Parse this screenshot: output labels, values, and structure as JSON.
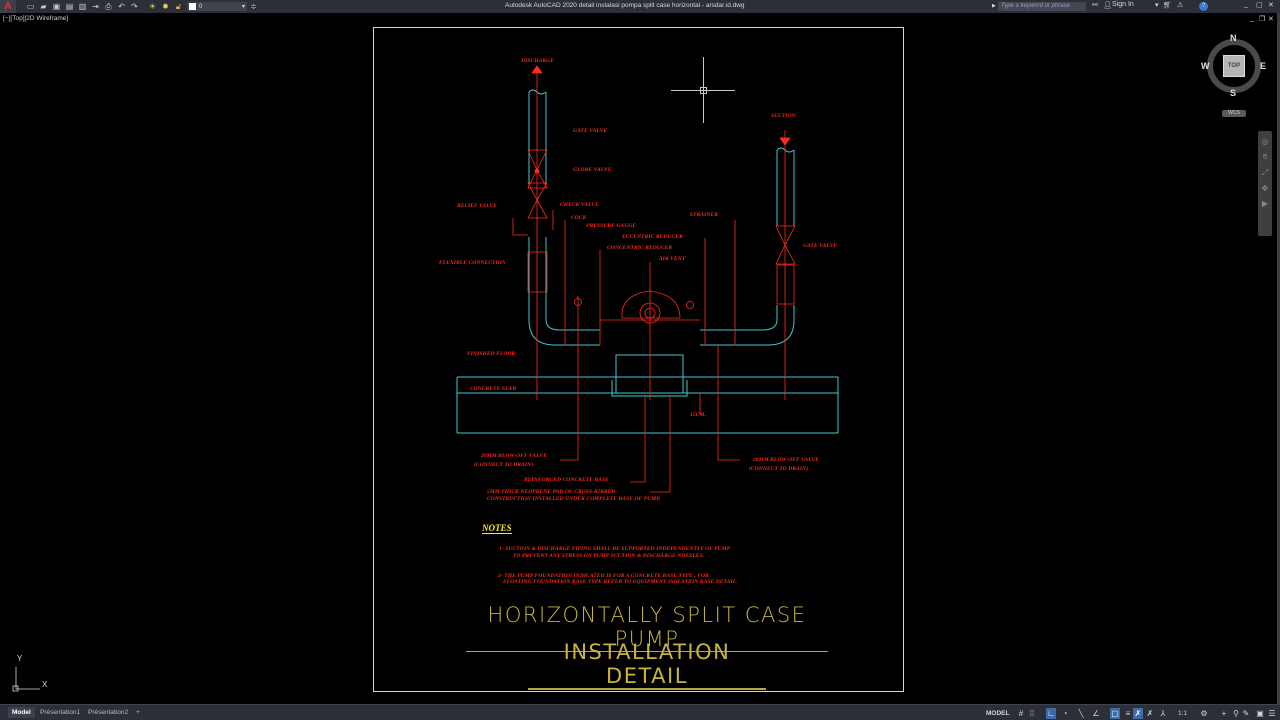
{
  "app": {
    "title": "Autodesk AutoCAD 2020    detail instalasi pompa split case horizontal - arsdar.id.dwg",
    "app_button": "A",
    "layer_name": "0",
    "search_placeholder": "Type a keyword or phrase",
    "sign_in": "Sign In",
    "help": "?"
  },
  "quick_access": [
    {
      "icon": "new-icon",
      "glyph": "▭"
    },
    {
      "icon": "open-icon",
      "glyph": "▰"
    },
    {
      "icon": "save-icon",
      "glyph": "▣"
    },
    {
      "icon": "save-as-icon",
      "glyph": "▤"
    },
    {
      "icon": "open-web-icon",
      "glyph": "▥"
    },
    {
      "icon": "share-icon",
      "glyph": "⇥"
    },
    {
      "icon": "print-icon",
      "glyph": "⎙"
    },
    {
      "icon": "undo-icon",
      "glyph": "↶"
    },
    {
      "icon": "redo-icon",
      "glyph": "↷"
    }
  ],
  "viewport": {
    "label": "[−][Top][2D Wireframe]"
  },
  "viewcube": {
    "face": "TOP",
    "north": "N",
    "south": "S",
    "east": "E",
    "west": "W",
    "wcs": "WCS"
  },
  "drawing": {
    "labels": {
      "discharge": "DISCHARGE",
      "suction": "SUCTION",
      "gate_valve_top": "GATE VALVE",
      "globe_valve": "GLOBE VALVE",
      "check_valve": "CHECK VALVE",
      "relief_valve": "RELIEF VALVE",
      "cock": "COCK",
      "pressure_gauge": "PRESSURE GAUGE",
      "eccentric_reducer": "ECCENTRIC REDUCER",
      "concentric_reducer": "CONCENTRIC REDUCER",
      "air_vent": "AIR VENT",
      "strainer": "STRAINER",
      "gate_valve_suction": "GATE VALVE",
      "flexible_connection": "FLEXIBLE CONNECTION",
      "finished_floor": "FINISHED FLOOR",
      "concrete_slab": "CONCRETE SLAB",
      "dim_15cm": "15CM.",
      "blowoff_left_1": "20MM BLOW-OFF VALVE",
      "blowoff_left_2": "(CONNECT TO DRAIN)",
      "blowoff_right_1": "20MM BLOW-OFF VALVE",
      "blowoff_right_2": "(CONNECT TO DRAIN)",
      "reinforced_base": "REINFORCED CONCRETE BASE",
      "neoprene_1": "5MM THICK NEOPRENE PAD OF CROSS-RIBBED",
      "neoprene_2": "CONSTRUCTION INSTALLED UNDER COMPLETE BASE OF PUMP."
    },
    "notes_heading": "NOTES",
    "notes": [
      "1- SUCTION & DISCHARGE PIPING SHALL BE SUPPORTED INDEPENDENTLY OF PUMP",
      "TO PREVENT ANY STRESS ON PUMP SUCTION & DISCHARGE NOZZLES.",
      "2- THE PUMP FOUNDATION INDICATED IS FOR A CONCRETE BASE TYPE , FOR",
      "FLOATING FOUNDATION BASE TYPE REFER TO EQUIPMENT ISOLATION BASE DETAIL."
    ],
    "title_line1": "HORIZONTALLY SPLIT CASE PUMP",
    "title_line2": "INSTALLATION DETAIL",
    "colors": {
      "annotation": "#ff2a1a",
      "pipe": "#3fc8d0",
      "title": "#c8b43c",
      "notes_heading": "#ffee22"
    }
  },
  "ucs": {
    "x": "X",
    "y": "Y"
  },
  "layout_tabs": [
    {
      "label": "Model",
      "active": true
    },
    {
      "label": "Présentation1",
      "active": false
    },
    {
      "label": "Présentation2",
      "active": false
    },
    {
      "label": "+",
      "active": false
    }
  ],
  "status": {
    "model": "MODEL",
    "scale": "1:1",
    "buttons": [
      {
        "icon": "grid-icon",
        "glyph": "#",
        "on": false
      },
      {
        "icon": "snap-icon",
        "glyph": "⁞⁞",
        "on": false
      },
      {
        "icon": "ortho-icon",
        "glyph": "∟",
        "on": true
      },
      {
        "icon": "polar-icon",
        "glyph": "◔",
        "on": false
      },
      {
        "icon": "isodraft-icon",
        "glyph": "╲",
        "on": false
      },
      {
        "icon": "object-snap-tracking-icon",
        "glyph": "∠",
        "on": false
      },
      {
        "icon": "object-snap-icon",
        "glyph": "▢",
        "on": true
      },
      {
        "icon": "lineweight-icon",
        "glyph": "≡",
        "on": false
      },
      {
        "icon": "annotation-visibility-icon",
        "glyph": "✗",
        "on": true
      },
      {
        "icon": "auto-scale-icon",
        "glyph": "✗",
        "on": false
      },
      {
        "icon": "annotation-scale-icon",
        "glyph": "⅄",
        "on": false
      },
      {
        "icon": "workspace-icon",
        "glyph": "⚙",
        "on": false
      },
      {
        "icon": "annotation-monitor-icon",
        "glyph": "+",
        "on": false
      },
      {
        "icon": "units-icon",
        "glyph": "⚲",
        "on": false
      },
      {
        "icon": "quick-properties-icon",
        "glyph": "✎",
        "on": false
      },
      {
        "icon": "clean-screen-icon",
        "glyph": "▣",
        "on": false
      },
      {
        "icon": "customization-icon",
        "glyph": "☰",
        "on": false
      }
    ]
  }
}
